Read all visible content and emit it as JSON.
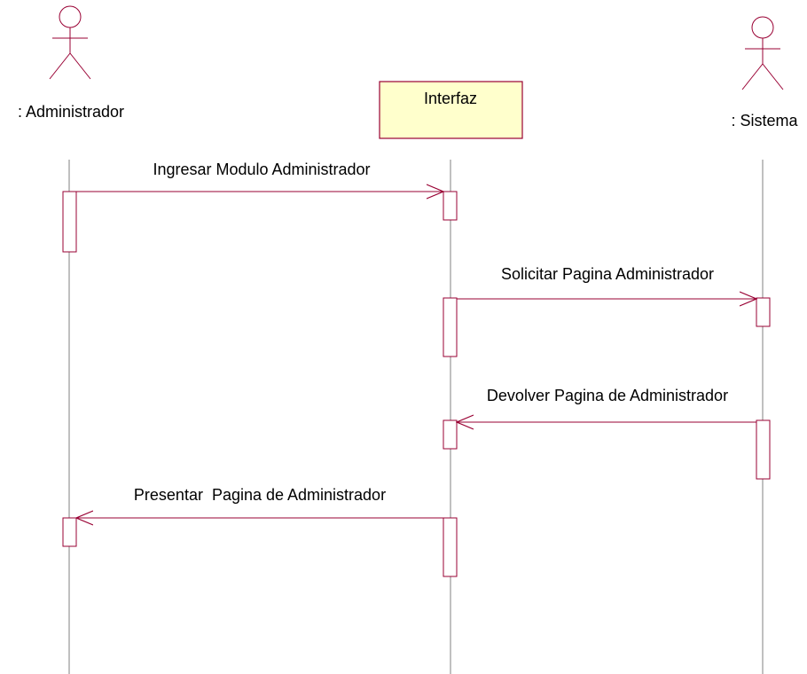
{
  "participants": {
    "administrador": {
      "label": ": Administrador",
      "kind": "actor"
    },
    "interfaz": {
      "label": "Interfaz",
      "kind": "object"
    },
    "sistema": {
      "label": ": Sistema",
      "kind": "actor"
    }
  },
  "messages": [
    {
      "label": "Ingresar Modulo Administrador",
      "from": "administrador",
      "to": "interfaz"
    },
    {
      "label": "Solicitar Pagina Administrador",
      "from": "interfaz",
      "to": "sistema"
    },
    {
      "label": "Devolver Pagina de Administrador",
      "from": "sistema",
      "to": "interfaz"
    },
    {
      "label": "Presentar  Pagina de Administrador",
      "from": "interfaz",
      "to": "administrador"
    }
  ],
  "colors": {
    "stroke": "#990033",
    "lifeline": "#808080",
    "object_fill": "#ffffcc"
  }
}
